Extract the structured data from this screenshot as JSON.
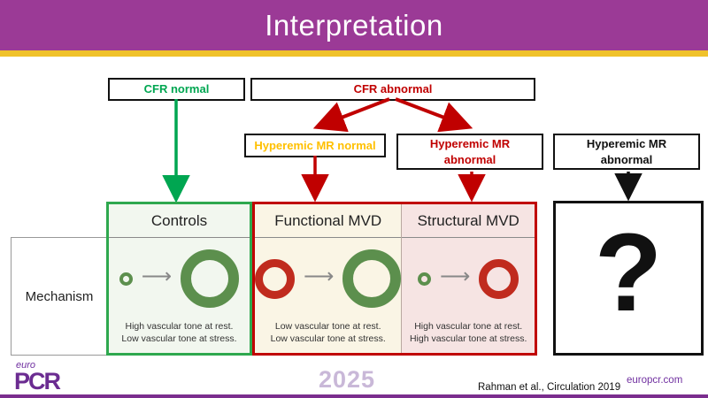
{
  "slide": {
    "title": "Interpretation",
    "footer": {
      "logo_top": "euro",
      "logo_main": "PCR",
      "year": "2025",
      "citation": "Rahman et al., Circulation 2019",
      "website": "europcr.com"
    }
  },
  "flowchart": {
    "cfr_normal": "CFR normal",
    "cfr_abnormal": "CFR abnormal",
    "hyperemic_mr_normal": "Hyperemic MR normal",
    "hyperemic_mr_abnormal_red": "Hyperemic MR abnormal",
    "hyperemic_mr_abnormal_black": "Hyperemic MR abnormal",
    "mechanism_label": "Mechanism",
    "unknown_mark": "?"
  },
  "panels": [
    {
      "title": "Controls",
      "captions": [
        "High vascular tone at rest.",
        "Low vascular tone at stress."
      ]
    },
    {
      "title": "Functional MVD",
      "captions": [
        "Low vascular tone at rest.",
        "Low vascular tone at stress."
      ]
    },
    {
      "title": "Structural MVD",
      "captions": [
        "High vascular tone at rest.",
        "High vascular tone at stress."
      ]
    }
  ],
  "colors": {
    "header_purple": "#9b3a96",
    "gold_stripe": "#f0c22b",
    "normal_green": "#00a651",
    "abnormal_red": "#c00000",
    "hyperemic_orange": "#ffc000",
    "vessel_green": "#5c8f4d",
    "vessel_red": "#c02b1e",
    "controls_bg": "#f2f7ef",
    "functional_bg": "#faf5e5",
    "structural_bg": "#f6e4e3",
    "footer_purple": "#7030a0",
    "year_lavender": "#c9b8d8"
  }
}
